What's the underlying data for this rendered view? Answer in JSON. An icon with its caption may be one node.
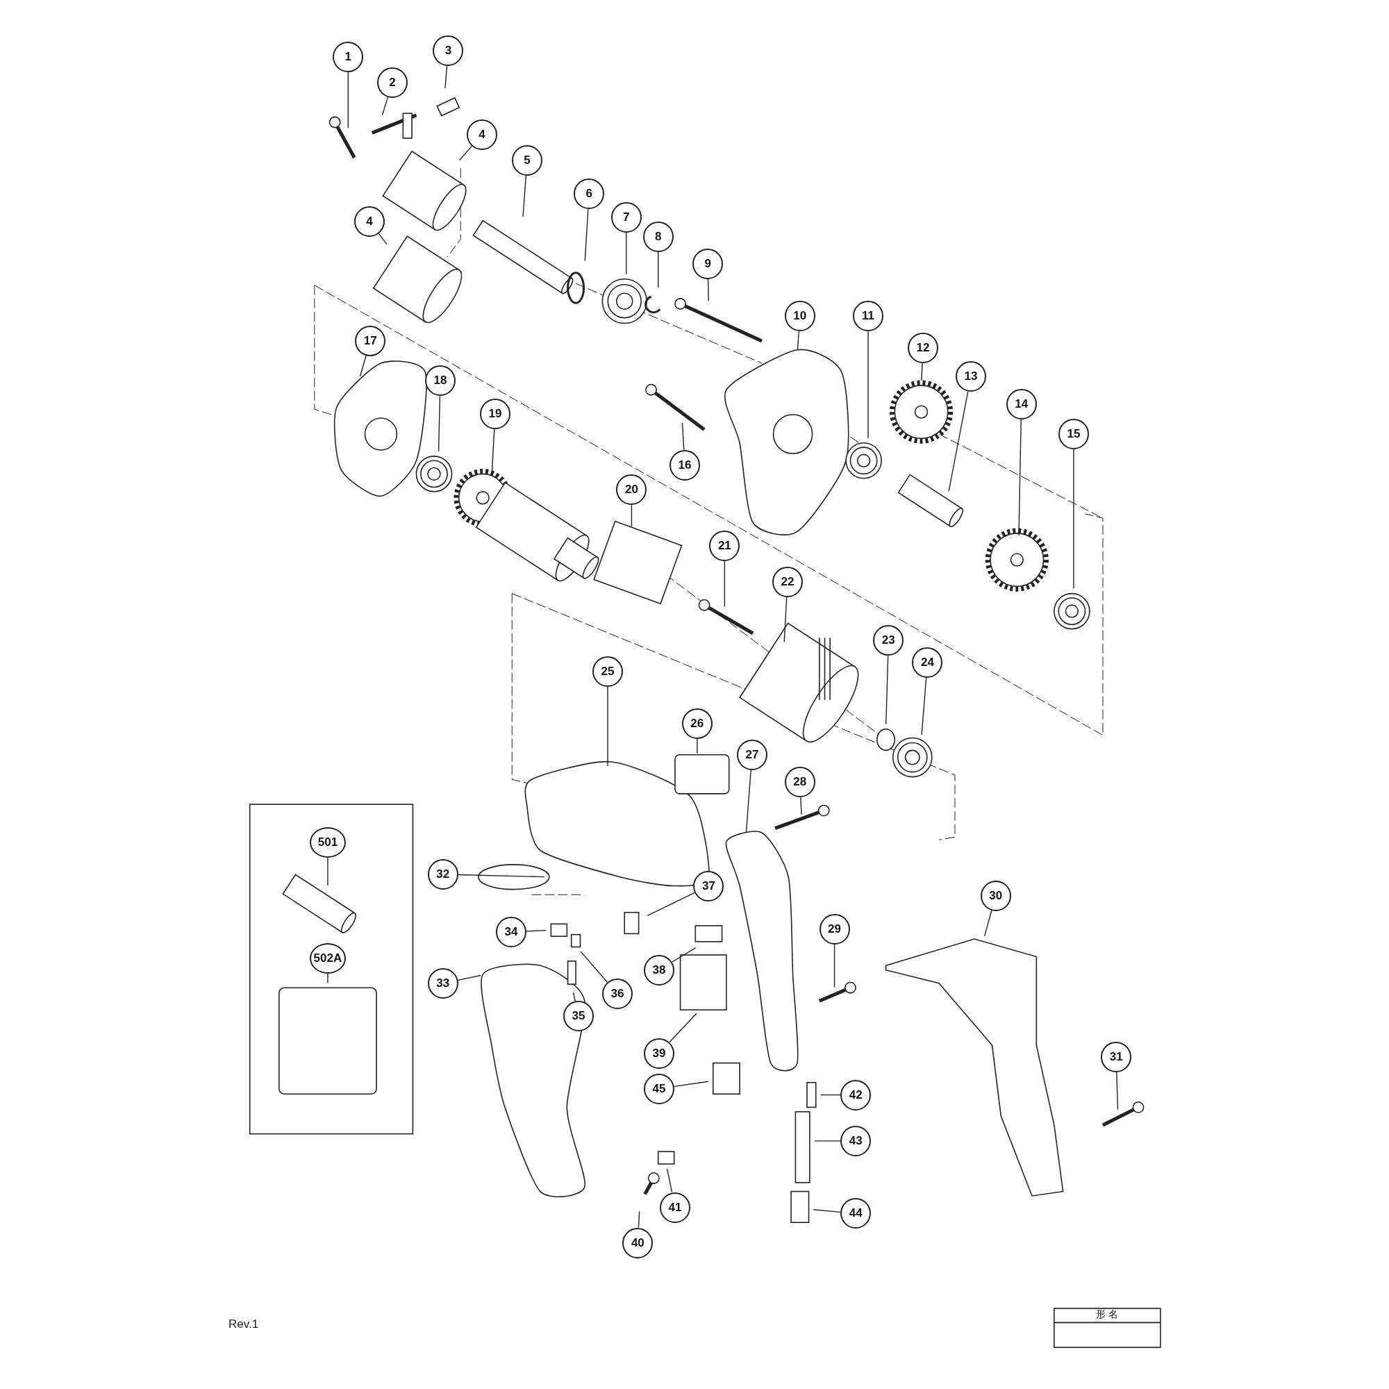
{
  "diagram": {
    "nodes": [
      {
        "text": [
          "1"
        ]
      },
      {
        "text": [
          "2"
        ]
      },
      {
        "text": [
          "3"
        ]
      },
      {
        "text": [
          "4"
        ]
      },
      {
        "text": [
          "5"
        ]
      },
      {
        "text": [
          "6"
        ]
      },
      {
        "text": [
          "7"
        ]
      },
      {
        "text": [
          "8"
        ]
      },
      {
        "text": [
          "9"
        ]
      },
      {
        "text": [
          "10"
        ]
      },
      {
        "text": [
          "11"
        ]
      },
      {
        "text": [
          "12"
        ]
      },
      {
        "text": [
          "13"
        ]
      },
      {
        "text": [
          "14"
        ]
      },
      {
        "text": [
          "15"
        ]
      },
      {
        "text": [
          "4"
        ]
      },
      {
        "text": [
          "17"
        ]
      },
      {
        "text": [
          "18"
        ]
      },
      {
        "text": [
          "19"
        ]
      },
      {
        "text": [
          "16"
        ]
      },
      {
        "text": [
          "20"
        ]
      },
      {
        "text": [
          "21"
        ]
      },
      {
        "text": [
          "22"
        ]
      },
      {
        "text": [
          "23"
        ]
      },
      {
        "text": [
          "24"
        ]
      },
      {
        "text": [
          "25"
        ]
      },
      {
        "text": [
          "26"
        ]
      },
      {
        "text": [
          "27"
        ]
      },
      {
        "text": [
          "28"
        ]
      },
      {
        "text": [
          "501"
        ]
      },
      {
        "text": [
          "32"
        ]
      },
      {
        "text": [
          "37"
        ]
      },
      {
        "text": [
          "30"
        ]
      },
      {
        "text": [
          "34"
        ]
      },
      {
        "text": [
          "29"
        ]
      },
      {
        "text": [
          "502A"
        ]
      },
      {
        "text": [
          "38"
        ]
      },
      {
        "text": [
          "33"
        ]
      },
      {
        "text": [
          "36"
        ]
      },
      {
        "text": [
          "35"
        ]
      },
      {
        "text": [
          "39"
        ]
      },
      {
        "text": [
          "31"
        ]
      },
      {
        "text": [
          "45"
        ]
      },
      {
        "text": [
          "42"
        ]
      },
      {
        "text": [
          "43"
        ]
      },
      {
        "text": [
          "41"
        ]
      },
      {
        "text": [
          "44"
        ]
      },
      {
        "text": [
          "40"
        ]
      }
    ],
    "edges": [
      {
        "from": 0,
        "to": null,
        "arrow": "none"
      },
      {
        "from": 1,
        "to": null,
        "arrow": "none"
      },
      {
        "from": 2,
        "to": null,
        "arrow": "none"
      },
      {
        "from": 3,
        "to": null,
        "arrow": "none"
      },
      {
        "from": 4,
        "to": null,
        "arrow": "none"
      },
      {
        "from": 5,
        "to": null,
        "arrow": "none"
      },
      {
        "from": 6,
        "to": null,
        "arrow": "none"
      },
      {
        "from": 7,
        "to": null,
        "arrow": "none"
      },
      {
        "from": 8,
        "to": null,
        "arrow": "none"
      },
      {
        "from": 9,
        "to": null,
        "arrow": "none"
      },
      {
        "from": 10,
        "to": null,
        "arrow": "none"
      },
      {
        "from": 11,
        "to": null,
        "arrow": "none"
      },
      {
        "from": 12,
        "to": null,
        "arrow": "none"
      },
      {
        "from": 13,
        "to": null,
        "arrow": "none"
      },
      {
        "from": 14,
        "to": null,
        "arrow": "none"
      },
      {
        "from": 15,
        "to": null,
        "arrow": "none"
      },
      {
        "from": 16,
        "to": null,
        "arrow": "none"
      },
      {
        "from": 17,
        "to": null,
        "arrow": "none"
      },
      {
        "from": 18,
        "to": null,
        "arrow": "none"
      },
      {
        "from": 19,
        "to": null,
        "arrow": "none"
      },
      {
        "from": 20,
        "to": null,
        "arrow": "none"
      },
      {
        "from": 21,
        "to": null,
        "arrow": "none"
      },
      {
        "from": 22,
        "to": null,
        "arrow": "none"
      },
      {
        "from": 23,
        "to": null,
        "arrow": "none"
      },
      {
        "from": 24,
        "to": null,
        "arrow": "none"
      },
      {
        "from": 25,
        "to": null,
        "arrow": "none"
      },
      {
        "from": 26,
        "to": null,
        "arrow": "none"
      },
      {
        "from": 27,
        "to": null,
        "arrow": "none"
      },
      {
        "from": 28,
        "to": null,
        "arrow": "none"
      },
      {
        "from": 29,
        "to": null,
        "arrow": "none"
      },
      {
        "from": 30,
        "to": null,
        "arrow": "none"
      },
      {
        "from": 31,
        "to": null,
        "arrow": "none"
      },
      {
        "from": 32,
        "to": null,
        "arrow": "none"
      },
      {
        "from": 33,
        "to": null,
        "arrow": "none"
      },
      {
        "from": 34,
        "to": null,
        "arrow": "none"
      },
      {
        "from": 35,
        "to": null,
        "arrow": "none"
      },
      {
        "from": 36,
        "to": null,
        "arrow": "none"
      },
      {
        "from": 37,
        "to": null,
        "arrow": "none"
      },
      {
        "from": 38,
        "to": null,
        "arrow": "none"
      },
      {
        "from": 39,
        "to": null,
        "arrow": "none"
      },
      {
        "from": 40,
        "to": null,
        "arrow": "none"
      },
      {
        "from": 41,
        "to": null,
        "arrow": "none"
      },
      {
        "from": 42,
        "to": null,
        "arrow": "none"
      },
      {
        "from": 43,
        "to": null,
        "arrow": "none"
      },
      {
        "from": 44,
        "to": null,
        "arrow": "none"
      },
      {
        "from": 45,
        "to": null,
        "arrow": "none"
      },
      {
        "from": 46,
        "to": null,
        "arrow": "none"
      },
      {
        "from": 47,
        "to": null,
        "arrow": "none"
      }
    ],
    "labels": [
      "形 名",
      "Rev.1"
    ]
  }
}
